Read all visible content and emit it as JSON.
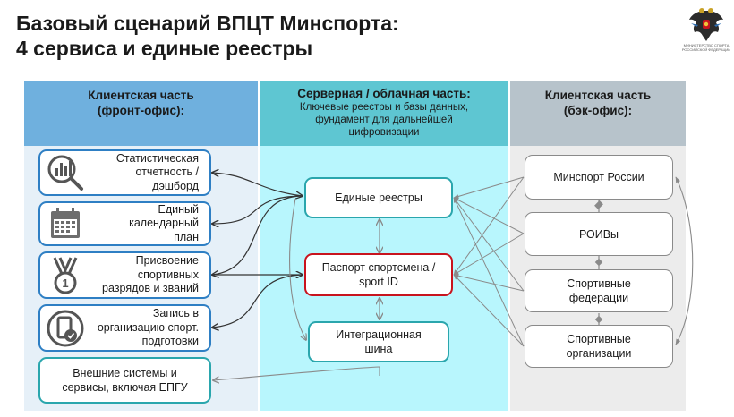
{
  "title": {
    "line1": "Базовый сценарий ВПЦТ Минспорта:",
    "line2": "4 сервиса и единые реестры"
  },
  "logo": {
    "icon": "double-headed-eagle-emblem",
    "caption_line1": "МИНИСТЕРСТВО СПОРТА",
    "caption_line2": "РОССИЙСКОЙ ФЕДЕРАЦИИ"
  },
  "columns": {
    "front": {
      "title_line1": "Клиентская часть",
      "title_line2": "(фронт-офис):",
      "color": "#6fb0de",
      "items": [
        {
          "icon": "magnifier-chart-icon",
          "line1": "Статистическая",
          "line2": "отчетность /",
          "line3": "дэшборд"
        },
        {
          "icon": "calendar-icon",
          "line1": "Единый",
          "line2": "календарный",
          "line3": "план"
        },
        {
          "icon": "medal-icon",
          "line1": "Присвоение",
          "line2": "спортивных",
          "line3": "разрядов и званий"
        },
        {
          "icon": "device-check-icon",
          "line1": "Запись в",
          "line2": "организацию спорт.",
          "line3": "подготовки"
        }
      ],
      "external": {
        "line1": "Внешние системы и",
        "line2": "сервисы, включая ЕПГУ"
      }
    },
    "server": {
      "title": "Серверная / облачная часть:",
      "sub_line1": "Ключевые реестры и базы данных,",
      "sub_line2": "фундамент для дальнейшей",
      "sub_line3": "цифровизации",
      "color": "#5ec6d2",
      "items": [
        {
          "line1": "Единые реестры",
          "line2": ""
        },
        {
          "line1": "Паспорт спортсмена /",
          "line2": "sport ID",
          "highlight": "#c8141e"
        },
        {
          "line1": "Интеграционная",
          "line2": "шина"
        }
      ]
    },
    "back": {
      "title_line1": "Клиентская часть",
      "title_line2": "(бэк-офис):",
      "color": "#b7c3cb",
      "items": [
        {
          "line1": "Минспорт России",
          "line2": ""
        },
        {
          "line1": "РОИВы",
          "line2": ""
        },
        {
          "line1": "Спортивные",
          "line2": "федерации"
        },
        {
          "line1": "Спортивные",
          "line2": "организации"
        }
      ]
    }
  }
}
